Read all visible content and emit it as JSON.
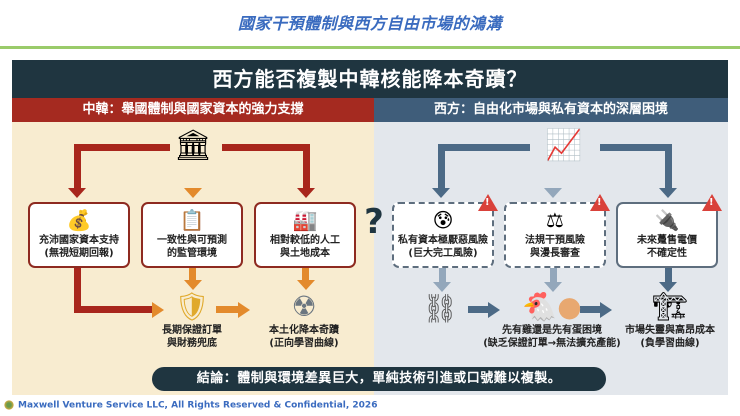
{
  "page_title": "國家干預體制與西方自由市場的鴻溝",
  "banner": "西方能否複製中韓核能降本奇蹟？",
  "left": {
    "heading": "中韓：舉國體制與國家資本的強力支撐",
    "hub_icon": "government-building-icon",
    "boxes": [
      {
        "icon": "money-bag-icon",
        "glyph": "💰",
        "line1": "充沛國家資本支持",
        "line2": "(無視短期回報)"
      },
      {
        "icon": "clipboard-checklist-icon",
        "glyph": "📋",
        "line1": "一致性與可預測",
        "line2": "的監管環境"
      },
      {
        "icon": "factory-worker-icon",
        "glyph": "🏭",
        "line1": "相對較低的人工",
        "line2": "與土地成本"
      }
    ],
    "outcomes": [
      {
        "icon": "shield-icon",
        "glyph": "🛡",
        "line1": "長期保證訂單",
        "line2": "與財務兜底"
      },
      {
        "icon": "nuclear-plant-icon",
        "glyph": "☢",
        "line1": "本土化降本奇蹟",
        "line2": "(正向學習曲線)"
      }
    ]
  },
  "right": {
    "heading": "西方：自由化市場與私有資本的深層困境",
    "hub_icon": "stock-chart-investor-icon",
    "boxes": [
      {
        "icon": "worried-investor-icon",
        "glyph": "😰",
        "line1": "私有資本極厭惡風險",
        "line2": "(巨大完工風險)",
        "warning": "!"
      },
      {
        "icon": "gavel-red-tape-icon",
        "glyph": "⚖",
        "line1": "法規干預風險",
        "line2": "與漫長審查",
        "warning": "!"
      },
      {
        "icon": "plug-price-chart-icon",
        "glyph": "🔌",
        "line1": "未來躉售電價",
        "line2": "不確定性",
        "warning": "!"
      }
    ],
    "outcomes": [
      {
        "icon": "broken-chain-icon",
        "glyph": "⛓",
        "line1": "",
        "line2": ""
      },
      {
        "icon": "chicken-egg-icon",
        "glyph": "🐔",
        "line1": "先有雞還是先有蛋困境",
        "line2": "(缺乏保證訂單→無法擴充產能)"
      },
      {
        "icon": "stalled-construction-icon",
        "glyph": "🏗",
        "line1": "市場失靈與高昂成本",
        "line2": "(負學習曲線)"
      }
    ]
  },
  "center_question": "?",
  "conclusion": "結論：體制與環境差異巨大，單純技術引進或口號難以複製。",
  "footer": "Maxwell Venture Service LLC, All Rights Reserved & Confidential, 2026",
  "colors": {
    "title_blue": "#3a6bbf",
    "rule_green": "#9acb6a",
    "banner_dark": "#1f3540",
    "left_red": "#a52a20",
    "right_blue": "#3f5d7a",
    "left_bg": "#f8ecd0",
    "right_bg": "#e3e7ec",
    "warning_red": "#d9413a"
  }
}
